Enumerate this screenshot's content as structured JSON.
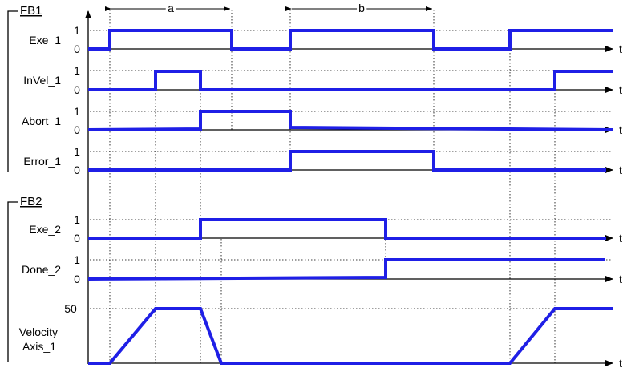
{
  "groups": {
    "fb1": "FB1",
    "fb2": "FB2"
  },
  "signals": {
    "exe_1": {
      "label": "Exe_1",
      "high": "1",
      "low": "0",
      "axis": "t"
    },
    "invel_1": {
      "label": "InVel_1",
      "high": "1",
      "low": "0",
      "axis": "t"
    },
    "abort_1": {
      "label": "Abort_1",
      "high": "1",
      "low": "0",
      "axis": "t"
    },
    "error_1": {
      "label": "Error_1",
      "high": "1",
      "low": "0",
      "axis": "t"
    },
    "exe_2": {
      "label": "Exe_2",
      "high": "1",
      "low": "0",
      "axis": "t"
    },
    "done_2": {
      "label": "Done_2",
      "high": "1",
      "low": "0",
      "axis": "t"
    },
    "velocity": {
      "label_line1": "Velocity",
      "label_line2": "Axis_1",
      "high": "50",
      "axis": "t"
    }
  },
  "dimensions": {
    "a": "a",
    "b": "b"
  },
  "colors": {
    "signal": "#1f1fe6",
    "axis": "#000000"
  }
}
